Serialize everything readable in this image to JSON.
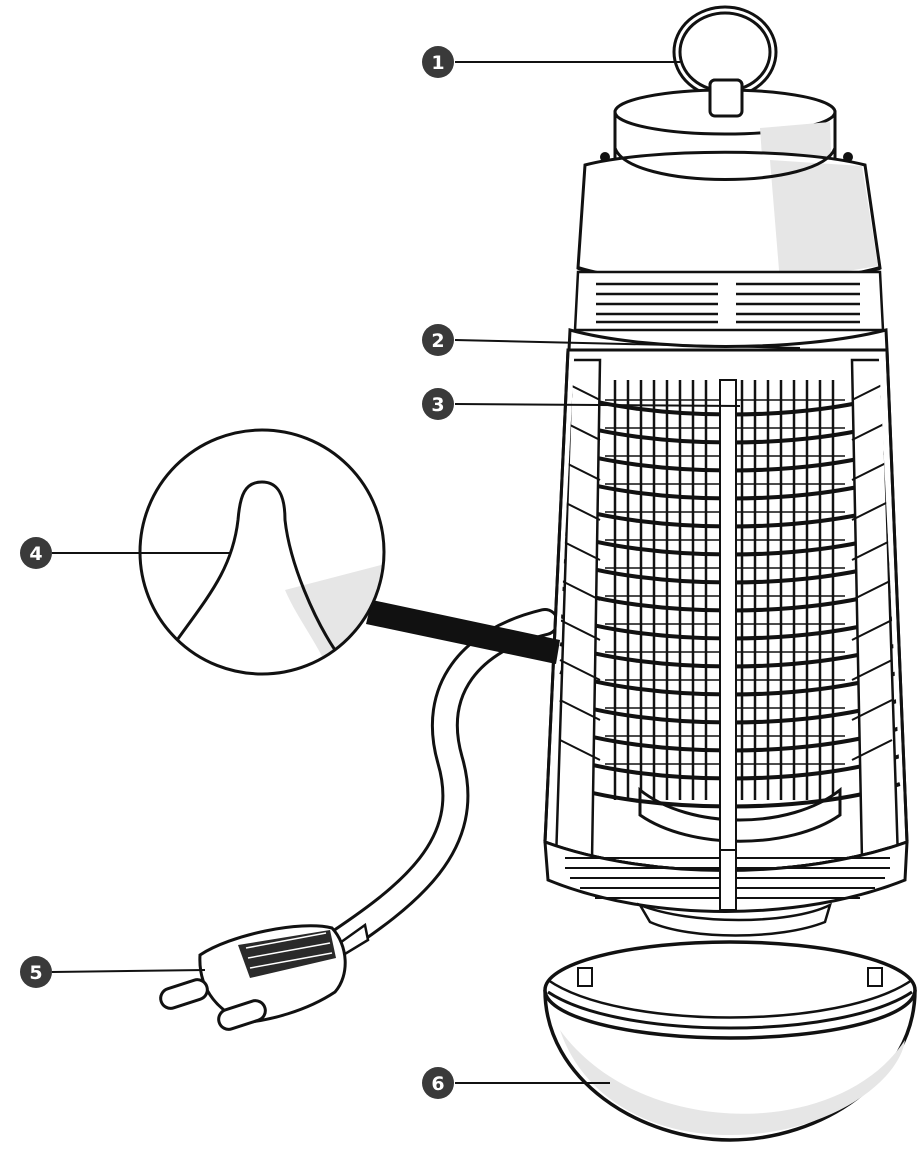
{
  "colors": {
    "line": "#111111",
    "fill": "#ffffff",
    "shade": "#e6e6e6",
    "badge": "#3a3a3a",
    "badge_text": "#ffffff"
  },
  "callouts": [
    {
      "number": "1",
      "target": "hanging-ring"
    },
    {
      "number": "2",
      "target": "top-housing-rim"
    },
    {
      "number": "3",
      "target": "electric-grid"
    },
    {
      "number": "4",
      "target": "detail-magnifier"
    },
    {
      "number": "5",
      "target": "power-plug"
    },
    {
      "number": "6",
      "target": "collection-tray"
    }
  ]
}
